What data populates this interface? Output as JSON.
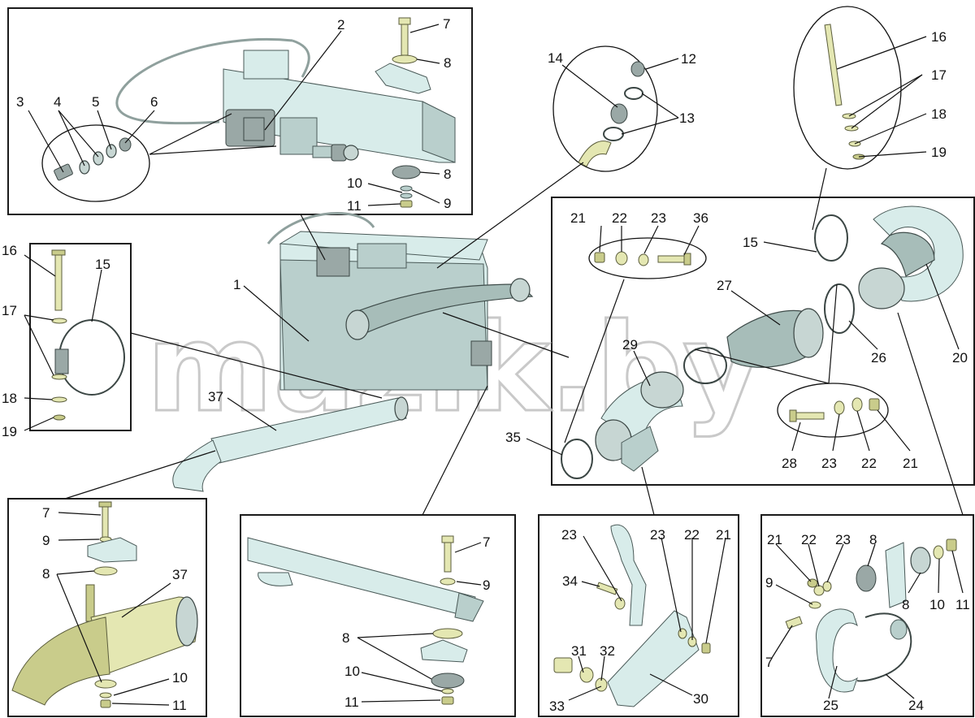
{
  "watermark": "mazik.by",
  "callouts": {
    "n1": "1",
    "n2": "2",
    "n3": "3",
    "n4": "4",
    "n5": "5",
    "n6": "6",
    "n7": "7",
    "n8": "8",
    "n9": "9",
    "n10": "10",
    "n11": "11",
    "n12": "12",
    "n13": "13",
    "n14": "14",
    "n15": "15",
    "n16": "16",
    "n17": "17",
    "n18": "18",
    "n19": "19",
    "n20": "20",
    "n21": "21",
    "n22": "22",
    "n23": "23",
    "n24": "24",
    "n25": "25",
    "n26": "26",
    "n27": "27",
    "n28": "28",
    "n29": "29",
    "n30": "30",
    "n31": "31",
    "n32": "32",
    "n33": "33",
    "n34": "34",
    "n35": "35",
    "n36": "36",
    "n37": "37"
  },
  "colors": {
    "part_light": "#d8ecea",
    "part_yellow": "#e4e7b2",
    "frame": "#1a1a1a",
    "watermark": "#c4c4c4"
  }
}
